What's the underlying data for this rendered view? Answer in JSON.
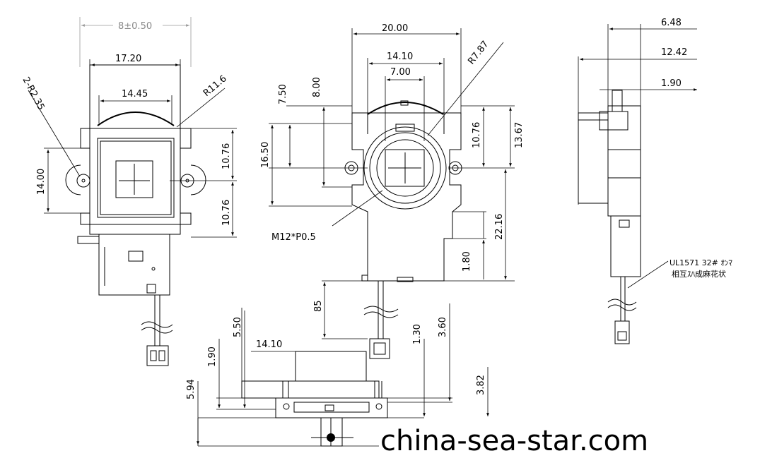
{
  "watermark": "china-sea-star.com",
  "front_view": {
    "dims": {
      "flange_tolerance": "8±0.50",
      "top_width": "17.20",
      "lens_width": "14.45",
      "radius_tr": "R11.6",
      "hole_radius": "2-R2.35",
      "height_left": "14.00",
      "half_upper": "10.76",
      "half_lower": "10.76"
    }
  },
  "center_view": {
    "dims": {
      "width_total": "20.00",
      "width_mid": "14.10",
      "width_inner": "7.00",
      "radius": "R7.87",
      "h_7_50": "7.50",
      "h_8_00": "8.00",
      "h_16_50": "16.50",
      "h_10_76": "10.76",
      "h_13_67": "13.67",
      "h_22_16": "22.16",
      "h_1_80": "1.80",
      "thread": "M12*P0.5",
      "wire_length": "85"
    }
  },
  "side_view": {
    "dims": {
      "d_6_48": "6.48",
      "d_12_42": "12.42",
      "d_1_90": "1.90"
    },
    "cable_line1": "UL1571 32# ｵﾝﾏ",
    "cable_line2": "相互ｽﾊ成麻花状"
  },
  "bottom_view": {
    "dims": {
      "d_5_50": "5.50",
      "d_1_90": "1.90",
      "d_14_10": "14.10",
      "d_1_30": "1.30",
      "d_3_60": "3.60",
      "d_5_94": "5.94",
      "d_3_82": "3.82"
    }
  }
}
